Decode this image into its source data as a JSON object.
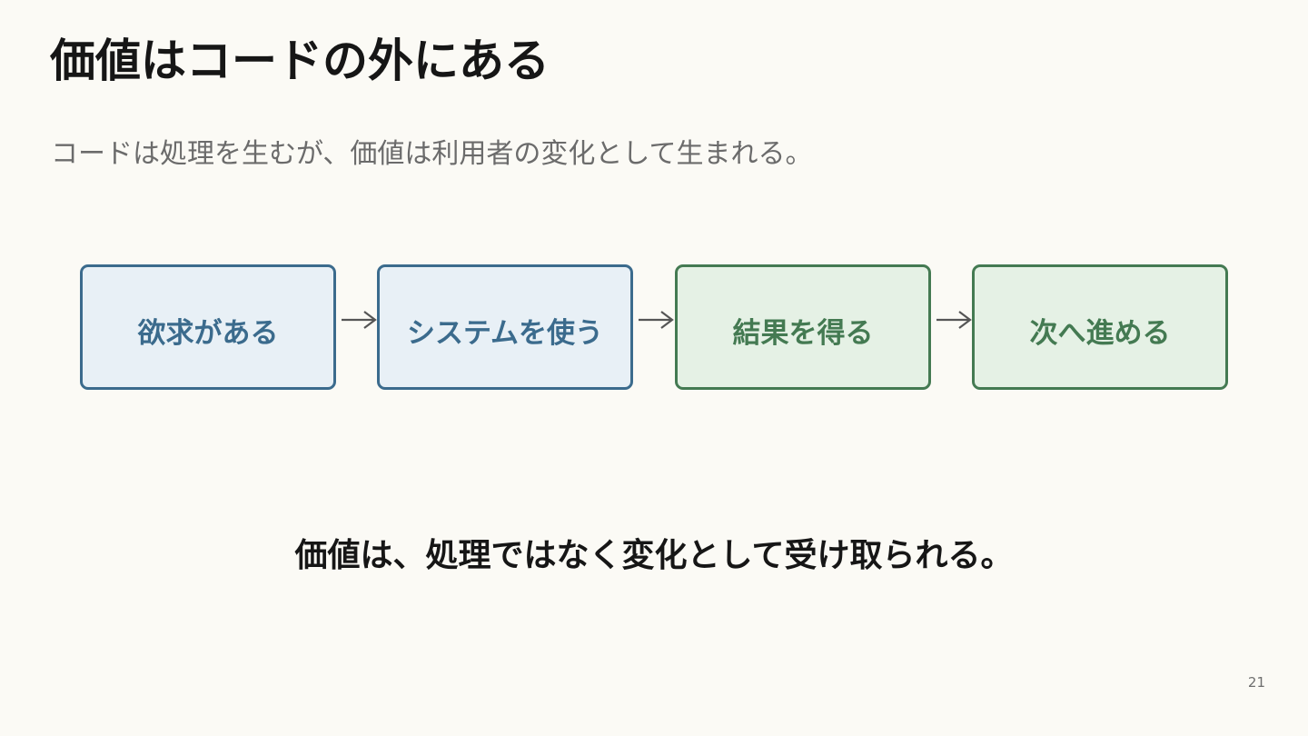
{
  "slide": {
    "title": "価値はコードの外にある",
    "subtitle": "コードは処理を生むが、価値は利用者の変化として生まれる。",
    "takeaway": "価値は、処理ではなく変化として受け取られる。",
    "page_number": "21"
  },
  "flow": {
    "steps": [
      {
        "label": "欲求がある",
        "style": "blue"
      },
      {
        "label": "システムを使う",
        "style": "blue"
      },
      {
        "label": "結果を得る",
        "style": "green"
      },
      {
        "label": "次へ進める",
        "style": "green"
      }
    ],
    "arrow_icon": "right-arrow-icon"
  },
  "colors": {
    "background": "#fbfaf5",
    "blue_border": "#3b6b8d",
    "blue_fill": "#e8f0f6",
    "green_border": "#447a52",
    "green_fill": "#e5f1e5",
    "arrow": "#555555"
  }
}
